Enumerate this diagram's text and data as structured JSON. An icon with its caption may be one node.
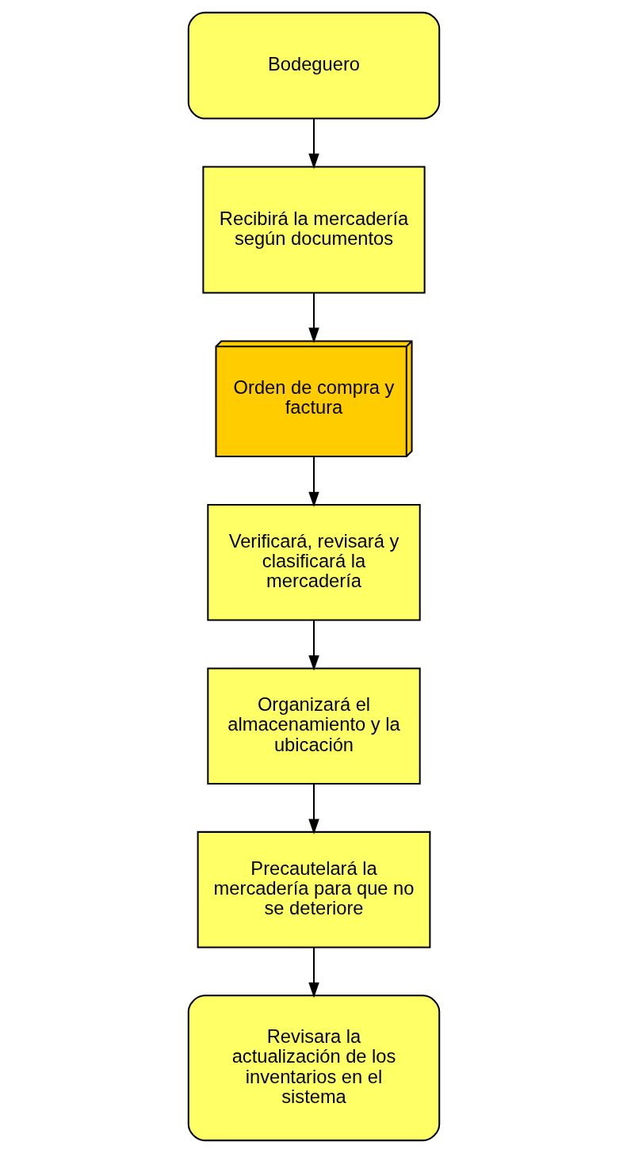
{
  "diagram": {
    "nodes": [
      {
        "text": [
          "Bodeguero"
        ]
      },
      {
        "text": [
          "Recibirá la mercadería según documentos"
        ]
      },
      {
        "text": [
          "Orden de compra y factura"
        ]
      },
      {
        "text": [
          "Verificará, revisará y clasificará la mercadería"
        ]
      },
      {
        "text": [
          "Organizará el almacenamiento y la ubicación"
        ]
      },
      {
        "text": [
          "Precautelará la mercadería para que no se deteriore"
        ]
      },
      {
        "text": [
          "Revisara la actualización de los inventarios en el sistema"
        ]
      }
    ],
    "edges": [
      {
        "from": 0,
        "to": 1,
        "arrow": "to"
      },
      {
        "from": 1,
        "to": 2,
        "arrow": "to"
      },
      {
        "from": 2,
        "to": 3,
        "arrow": "to"
      },
      {
        "from": 3,
        "to": 4,
        "arrow": "to"
      },
      {
        "from": 4,
        "to": 5,
        "arrow": "to"
      },
      {
        "from": 5,
        "to": 6,
        "arrow": "to"
      }
    ]
  }
}
